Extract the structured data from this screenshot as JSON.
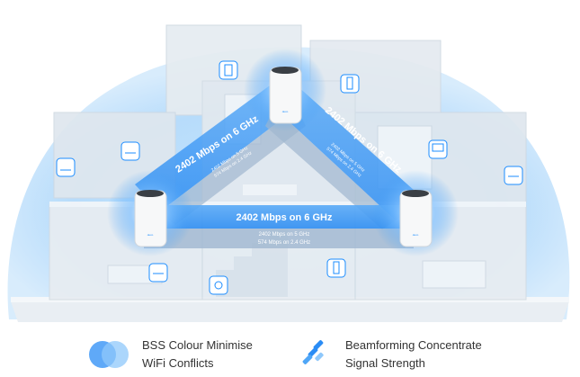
{
  "links": {
    "left": {
      "main": "2402 Mbps on 6 GHz",
      "sub1": "2402 Mbps on 5 GHz",
      "sub2": "574 Mbps on 2.4 GHz"
    },
    "right": {
      "main": "2402 Mbps on 6 GHz",
      "sub1": "2402 Mbps on 5 GHz",
      "sub2": "574 Mbps on 2.4 GHz"
    },
    "bottom": {
      "main": "2402 Mbps on 6 GHz",
      "sub1": "2402 Mbps on 5 GHz",
      "sub2": "574 Mbps on 2.4 GHz"
    }
  },
  "features": [
    {
      "line1": "BSS Colour Minimise",
      "line2": "WiFi Conflicts",
      "icon": "bss-colour-circles-icon"
    },
    {
      "line1": "Beamforming Concentrate",
      "line2": "Signal Strength",
      "icon": "beamforming-bars-icon"
    }
  ],
  "colors": {
    "accent": "#1b8cff",
    "glow": "#b5dcfb",
    "beam": "#3d9cf5",
    "feature_text": "#333333"
  }
}
